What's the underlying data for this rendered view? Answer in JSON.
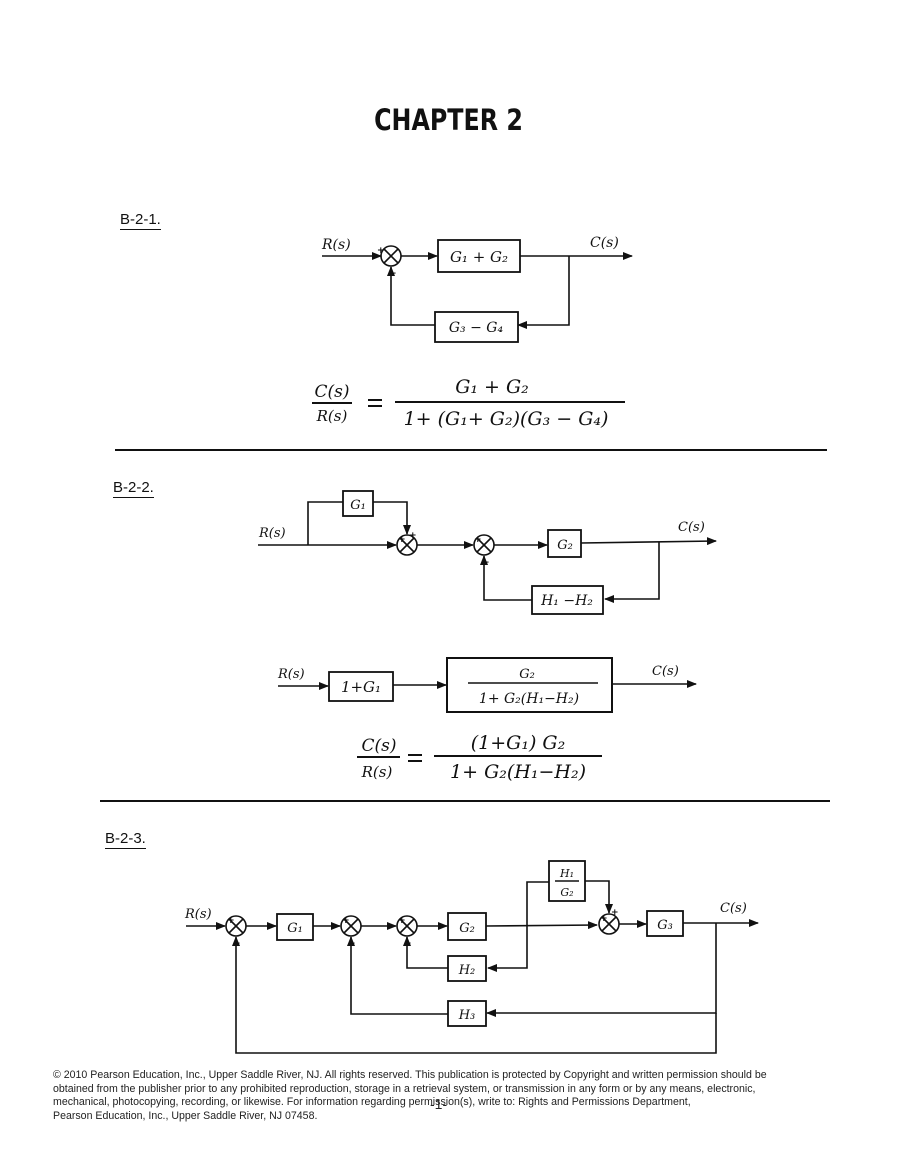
{
  "title": "CHAPTER 2",
  "problems": {
    "b221": {
      "label": "B-2-1.",
      "diagram": {
        "input": "R(s)",
        "output": "C(s)",
        "forward_block": "G₁ + G₂",
        "feedback_block": "G₃ − G₄"
      },
      "equation": {
        "lhs_num": "C(s)",
        "lhs_den": "R(s)",
        "rhs_num": "G₁ + G₂",
        "rhs_den": "1+ (G₁+ G₂)(G₃ − G₄)"
      }
    },
    "b222": {
      "label": "B-2-2.",
      "diagram": {
        "input": "R(s)",
        "output": "C(s)",
        "feedforward_block": "G₁",
        "forward_block": "G₂",
        "feedback_block": "H₁ −H₂"
      },
      "reduced": {
        "input": "R(s)",
        "output": "C(s)",
        "block1": "1+G₁",
        "block2_num": "G₂",
        "block2_den": "1+ G₂(H₁−H₂)"
      },
      "equation": {
        "lhs_num": "C(s)",
        "lhs_den": "R(s)",
        "rhs_num": "(1+G₁) G₂",
        "rhs_den": "1+ G₂(H₁−H₂)"
      }
    },
    "b223": {
      "label": "B-2-3.",
      "diagram": {
        "input": "R(s)",
        "output": "C(s)",
        "block_g1": "G₁",
        "block_g2": "G₂",
        "block_g3": "G₃",
        "block_h1g2_num": "H₁",
        "block_h1g2_den": "G₂",
        "block_h2": "H₂",
        "block_h3": "H₃"
      }
    }
  },
  "footer": {
    "line1": "© 2010 Pearson Education, Inc., Upper Saddle River, NJ.  All rights reserved. This publication is protected by Copyright and written permission should be",
    "line2": "obtained from the publisher prior to any prohibited reproduction, storage in a retrieval system, or transmission in any form or by any means, electronic,",
    "line3": "mechanical, photocopying, recording, or likewise. For information  regarding permission(s), write to: Rights and Permissions Department,",
    "line4": "Pearson Education, Inc., Upper Saddle River, NJ 07458.",
    "page_number": "-1-"
  },
  "colors": {
    "ink": "#111111",
    "background": "#ffffff"
  }
}
